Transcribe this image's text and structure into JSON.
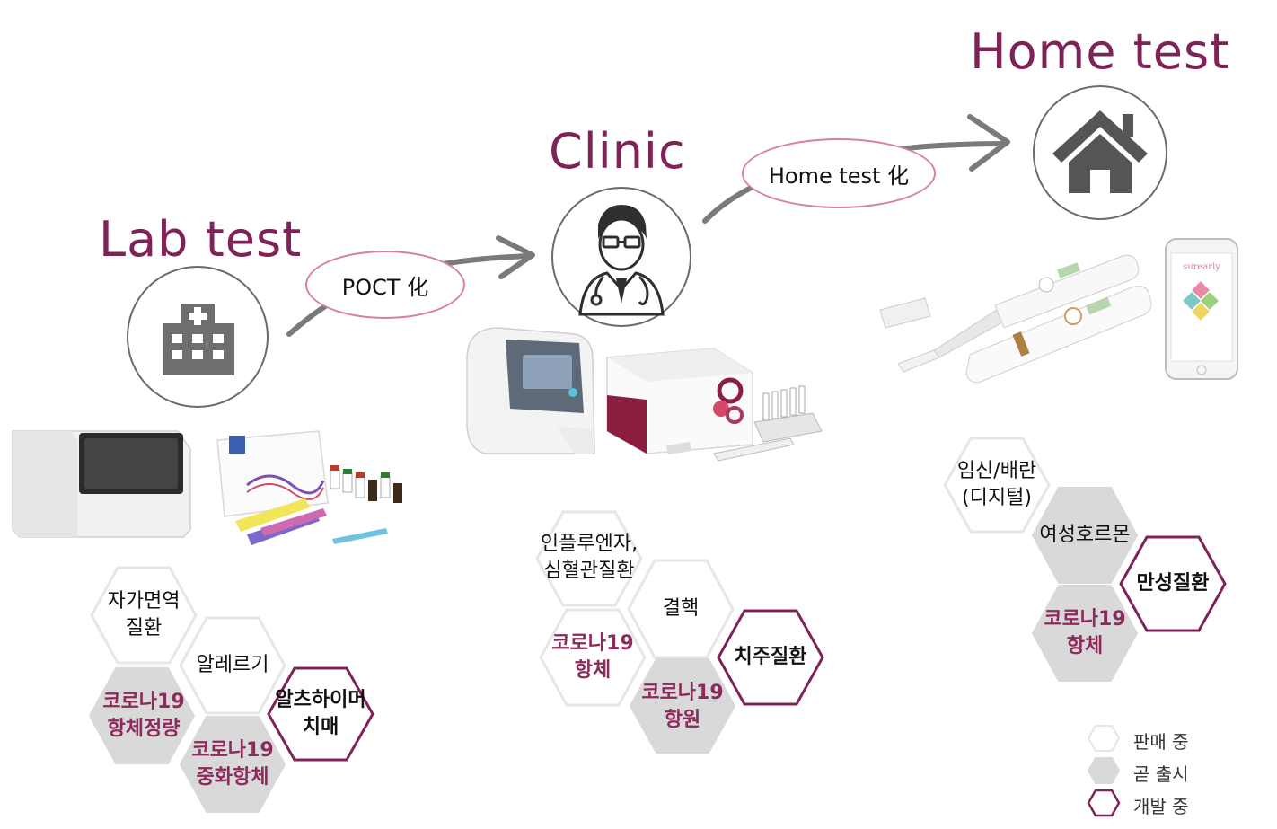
{
  "stages": {
    "lab": {
      "title": "Lab test"
    },
    "clinic": {
      "title": "Clinic"
    },
    "home": {
      "title": "Home test"
    }
  },
  "transitions": {
    "lab_to_clinic": "POCT 化",
    "clinic_to_home": "Home test 化"
  },
  "icons": {
    "lab": "hospital-icon",
    "clinic": "doctor-icon",
    "home": "house-icon"
  },
  "lab_hexes": {
    "h1": [
      "자가면역",
      "질환"
    ],
    "h2": [
      "알레르기"
    ],
    "h3": [
      "코로나19",
      "항체정량"
    ],
    "h4": [
      "알츠하이머",
      "치매"
    ],
    "h5": [
      "코로나19",
      "중화항체"
    ]
  },
  "clinic_hexes": {
    "h1": [
      "인플루엔자,",
      "심혈관질환"
    ],
    "h2": [
      "결핵"
    ],
    "h3": [
      "코로나19",
      "항체"
    ],
    "h4": [
      "치주질환"
    ],
    "h5": [
      "코로나19",
      "항원"
    ]
  },
  "home_hexes": {
    "h1": [
      "임신/배란",
      "(디지털)"
    ],
    "h2": [
      "여성호르몬"
    ],
    "h3": [
      "만성질환"
    ],
    "h4": [
      "코로나19",
      "항체"
    ]
  },
  "legend": {
    "on_sale": "판매 중",
    "coming_soon": "곧 출시",
    "in_development": "개발 중"
  },
  "colors": {
    "title": "#7e2257",
    "pill_border": "#d97fa4",
    "dev_border": "#7e2257",
    "soon_fill": "#d9d9d9",
    "sale_border": "#e6e6e6",
    "pink_text": "#8b2a5b"
  },
  "product_labels": {
    "phone_brand": "surearly"
  }
}
